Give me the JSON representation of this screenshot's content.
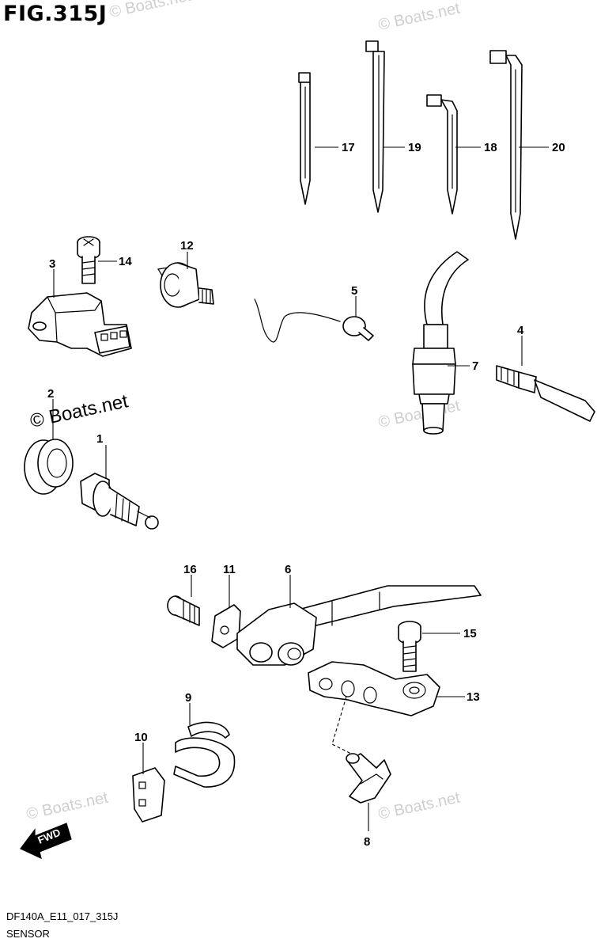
{
  "figure": {
    "title": "FIG.315J",
    "code": "DF140A_E11_017_315J",
    "name": "SENSOR",
    "fwd_label": "FWD"
  },
  "watermarks": [
    "© Boats.net",
    "© Boats.net",
    "© Boats.net",
    "© Boats.net",
    "© Boats.net",
    "© Boats.net"
  ],
  "callouts": [
    "1",
    "2",
    "3",
    "4",
    "5",
    "6",
    "7",
    "8",
    "9",
    "10",
    "11",
    "12",
    "13",
    "14",
    "15",
    "16",
    "17",
    "18",
    "19",
    "20"
  ]
}
